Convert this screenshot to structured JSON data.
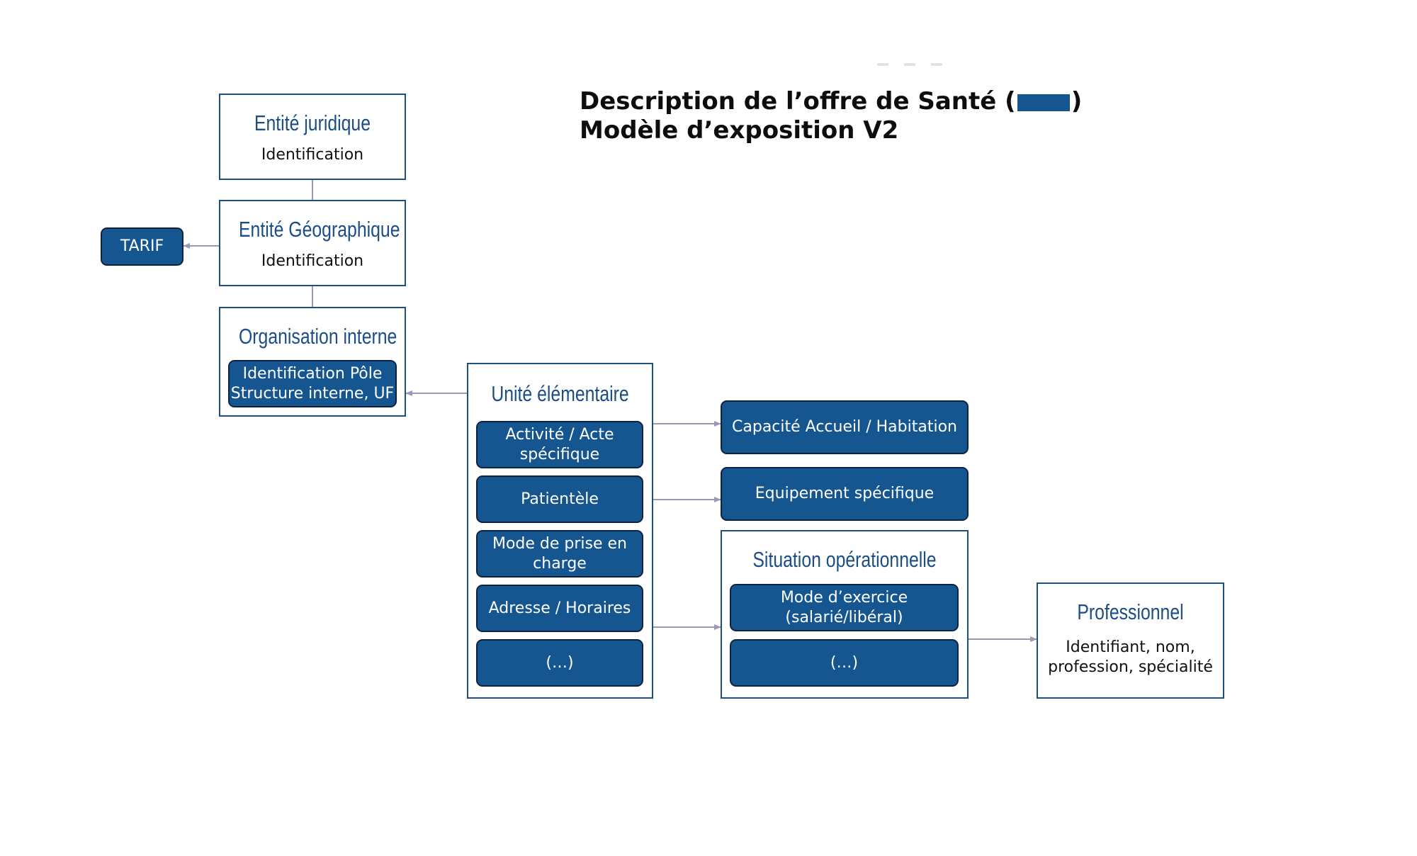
{
  "title": {
    "line1_text": "Description de l’offre de Santé",
    "paren_open": "(",
    "paren_close": ")",
    "line2": "Modèle d’exposition V2",
    "swatch_color": "#165690"
  },
  "colors": {
    "pill_fill": "#165690",
    "pill_border": "#0d2340",
    "frame_border": "#1f4e80",
    "heading_text": "#1b4e86",
    "connector": "#9a99b8"
  },
  "tarif": {
    "label": "TARIF"
  },
  "entite_juridique": {
    "title": "Entité juridique",
    "subtitle": "Identification"
  },
  "entite_geographique": {
    "title": "Entité Géographique",
    "subtitle": "Identification"
  },
  "organisation_interne": {
    "title": "Organisation interne",
    "pill": "Identification Pôle\nStructure interne, UF"
  },
  "unite_elementaire": {
    "title": "Unité élémentaire",
    "items": [
      "Activité / Acte\nspécifique",
      "Patientèle",
      "Mode de prise en\ncharge",
      "Adresse / Horaires",
      "(…)"
    ]
  },
  "capacite": {
    "label": "Capacité Accueil / Habitation"
  },
  "equipement": {
    "label": "Equipement spécifique"
  },
  "situation_operationnelle": {
    "title": "Situation opérationnelle",
    "items": [
      "Mode d’exercice\n(salarié/libéral)",
      "(…)"
    ]
  },
  "professionnel": {
    "title": "Professionnel",
    "subtitle": "Identifiant, nom,\nprofession, spécialité"
  }
}
